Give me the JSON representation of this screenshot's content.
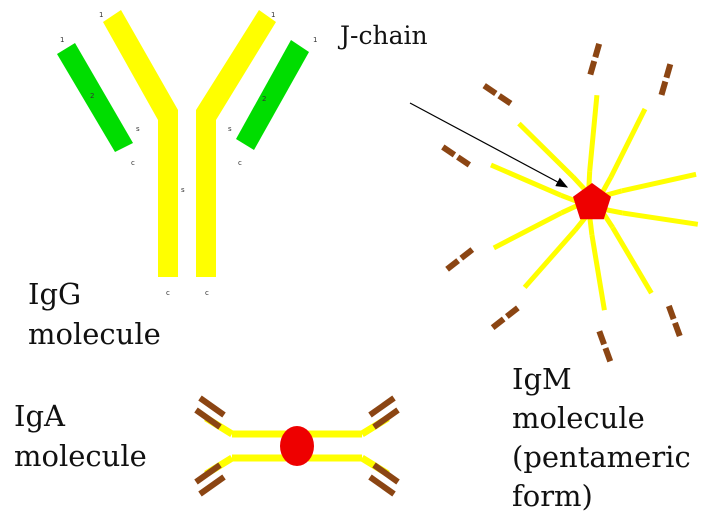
{
  "labels": {
    "j_chain": "J-chain",
    "igg": [
      "IgG",
      "molecule"
    ],
    "iga": [
      "IgA",
      "molecule"
    ],
    "igm": [
      "IgM",
      "molecule",
      "(pentameric",
      "form)"
    ]
  },
  "chain_marks": [
    "1",
    "1",
    "1",
    "1",
    "2",
    "2",
    "s",
    "s",
    "s",
    "c",
    "c",
    "c",
    "c"
  ],
  "colors": {
    "heavy_chain": "#ffff00",
    "light_chain": "#00dd00",
    "igm_light_chain": "#8b4513",
    "j_chain": "#ee0000",
    "arrow": "#000000"
  }
}
